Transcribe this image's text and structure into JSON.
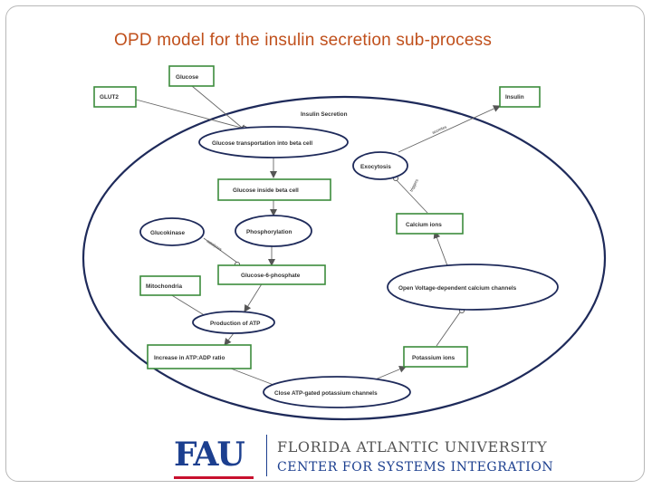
{
  "slide": {
    "title": "OPD model for the insulin secretion sub-process"
  },
  "diagram": {
    "process_boundary_label": "Insulin Secretion",
    "objects": {
      "glucose": "Glucose",
      "glut2": "GLUT2",
      "insulin": "Insulin",
      "glucose_inside": "Glucose inside beta cell",
      "calcium_ions": "Calcium ions",
      "glucokinase": "Glucokinase",
      "glucose6p": "Glucose-6-phosphate",
      "mitochondria": "Mitochondria",
      "atp_ratio": "Increase in ATP:ADP ratio",
      "potassium_ions": "Potassium ions"
    },
    "processes": {
      "transport": "Glucose transportation into beta cell",
      "exocytosis": "Exocytosis",
      "phosphorylation": "Phosphorylation",
      "vdcc": "Open Voltage-dependent calcium channels",
      "atp_production": "Production of ATP",
      "katp": "Close ATP-gated potassium channels"
    },
    "link_labels": {
      "insulin_link": "secretes",
      "exocytosis_link": "triggers",
      "glucokinase_link": "catalyzes"
    }
  },
  "footer": {
    "logo_text": "FAU",
    "university": "FLORIDA ATLANTIC UNIVERSITY",
    "center": "CENTER FOR SYSTEMS INTEGRATION"
  },
  "colors": {
    "title": "#c0501c",
    "object_border": "#3c8c3c",
    "process_border": "#1e2a5a",
    "fau_blue": "#1c3f8f",
    "fau_red": "#c8102e"
  }
}
